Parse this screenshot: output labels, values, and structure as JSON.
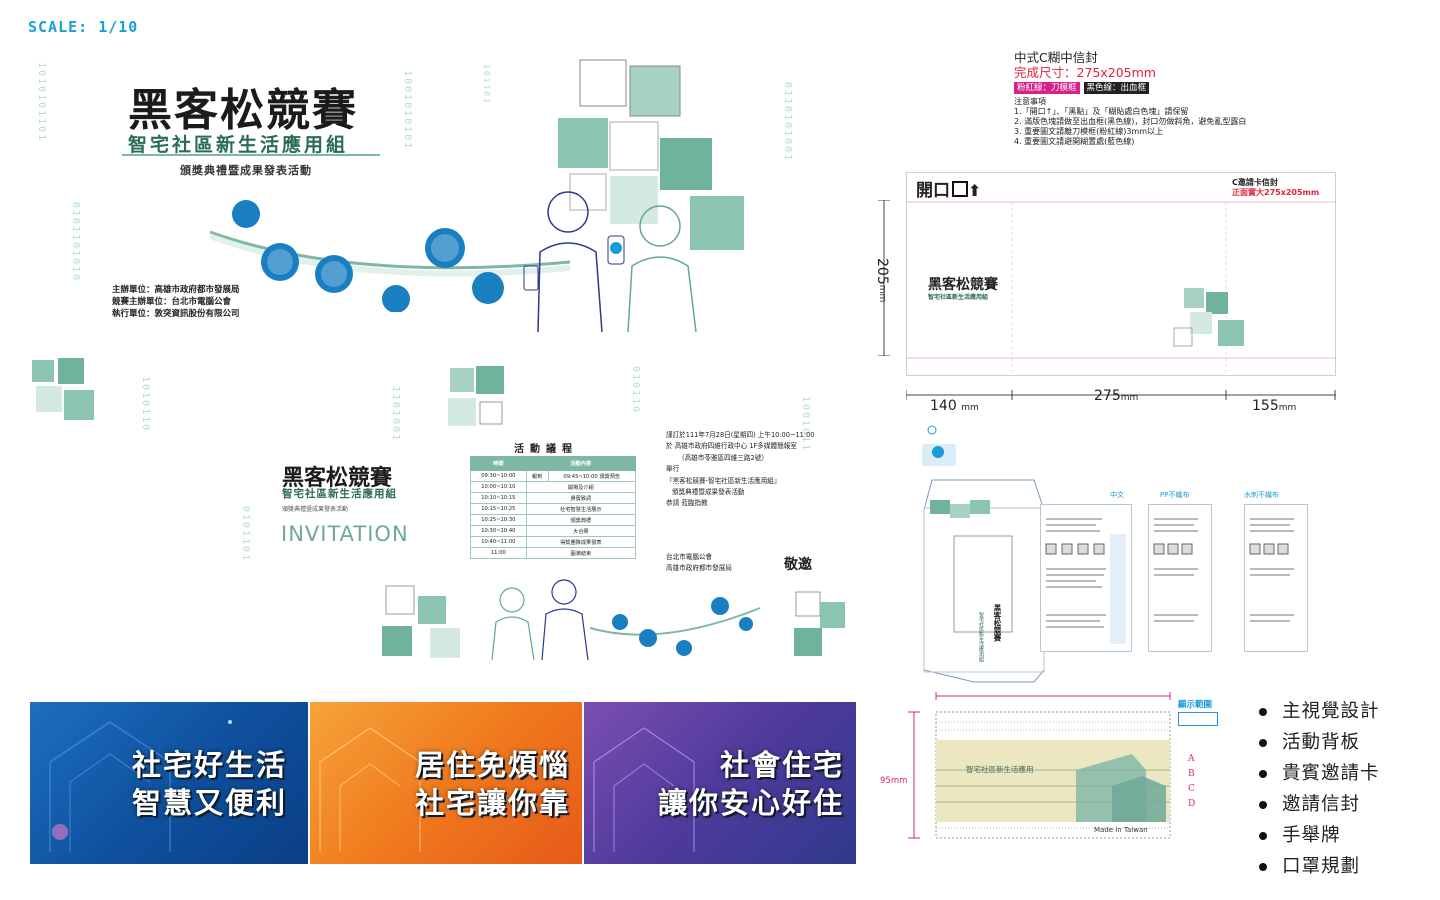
{
  "scale_label": "SCALE: 1/10",
  "main_visual": {
    "title": "黑客松競賽",
    "subtitle": "智宅社區新生活應用組",
    "event": "頒獎典禮暨成果發表活動",
    "organizers": [
      "主辦單位：高雄市政府都市發展局",
      "競賽主辦單位：台北市電腦公會",
      "執行單位：敦突資訊股份有限公司"
    ]
  },
  "invitation": {
    "title": "黑客松競賽",
    "subtitle": "智宅社區新生活應用組",
    "event": "頒獎典禮暨成果發表活動",
    "english": "INVITATION",
    "schedule_title": "活動議程",
    "schedule_headers": [
      "時間",
      "活動內容"
    ],
    "schedule_rows": [
      [
        "09:30~10:00",
        "報到",
        "09:45~10:00 頒獎預告"
      ],
      [
        "10:00~10:10",
        "開場及介紹",
        ""
      ],
      [
        "10:10~10:15",
        "貴賓致詞",
        ""
      ],
      [
        "10:15~10:25",
        "社宅智慧生活展示",
        ""
      ],
      [
        "10:25~10:30",
        "頒獎典禮",
        ""
      ],
      [
        "10:30~10:40",
        "大合照",
        ""
      ],
      [
        "10:40~11:00",
        "得獎團隊成果發表",
        ""
      ],
      [
        "11:00",
        "圓滿結束",
        ""
      ]
    ],
    "body_lines": [
      "謹訂於111年7月28日(星期四) 上午10:00~11:00",
      "於 高雄市政府四維行政中心 1F多媒體簡報室",
      "（高雄市苓雅區四維三路2號）",
      "舉行",
      "『黑客松競賽-智宅社區新生活應用組』",
      "頒獎典禮暨成果發表活動",
      "",
      "恭請 蒞臨指教"
    ],
    "signers": [
      "台北市電腦公會",
      "高雄市政府都市發展局"
    ],
    "closing": "敬邀"
  },
  "banners": [
    {
      "line1": "社宅好生活",
      "line2": "智慧又便利"
    },
    {
      "line1": "居住免煩惱",
      "line2": "社宅讓你靠"
    },
    {
      "line1": "社會住宅",
      "line2": "讓你安心好住"
    }
  ],
  "envelope": {
    "name": "中式C糊中信封",
    "finished_size": "完成尺寸：275x205mm",
    "tag_pink": "粉紅線：刀模框",
    "tag_black": "黑色線：出血框",
    "notes_title": "注意事項",
    "notes": [
      "1.「開口↑」、「黑點」及「糊貼處白色塊」請保留",
      "2. 滿版色塊請做至出血框(黑色線)，封口勿做斜角，避免亂型露白",
      "3. 重要圖文請離刀模框(粉紅線)3mm以上",
      "4. 重要圖文請避開糊置處(藍色線)"
    ],
    "open_label": "開口",
    "card_label": "C邀請卡信封",
    "card_size": "正面實大275x205mm",
    "logo_title": "黑客松競賽",
    "logo_subtitle": "智宅社區新生活應用組",
    "height_label": "205",
    "unit": "mm",
    "left_width": "140",
    "center_width": "275",
    "right_width": "155"
  },
  "mask_packaging": {
    "panel_labels": [
      "中文",
      "PP不織布",
      "水刺不織布"
    ],
    "side_text": "智宅社區新生活應用組",
    "brand": "黑客松競賽"
  },
  "placard": {
    "display_label": "顯示範圍",
    "height_label": "95mm",
    "text": "智宅社區新生活應用",
    "made_in": "Made in Taiwan",
    "letters": [
      "A",
      "B",
      "C",
      "D"
    ]
  },
  "deliverables": [
    "主視覺設計",
    "活動背板",
    "貴賓邀請卡",
    "邀請信封",
    "手舉牌",
    "口罩規劃"
  ],
  "colors": {
    "teal": "#7fb7a6",
    "accent_blue": "#1aa0d8",
    "pink": "#d62a73",
    "red": "#e2213b"
  }
}
